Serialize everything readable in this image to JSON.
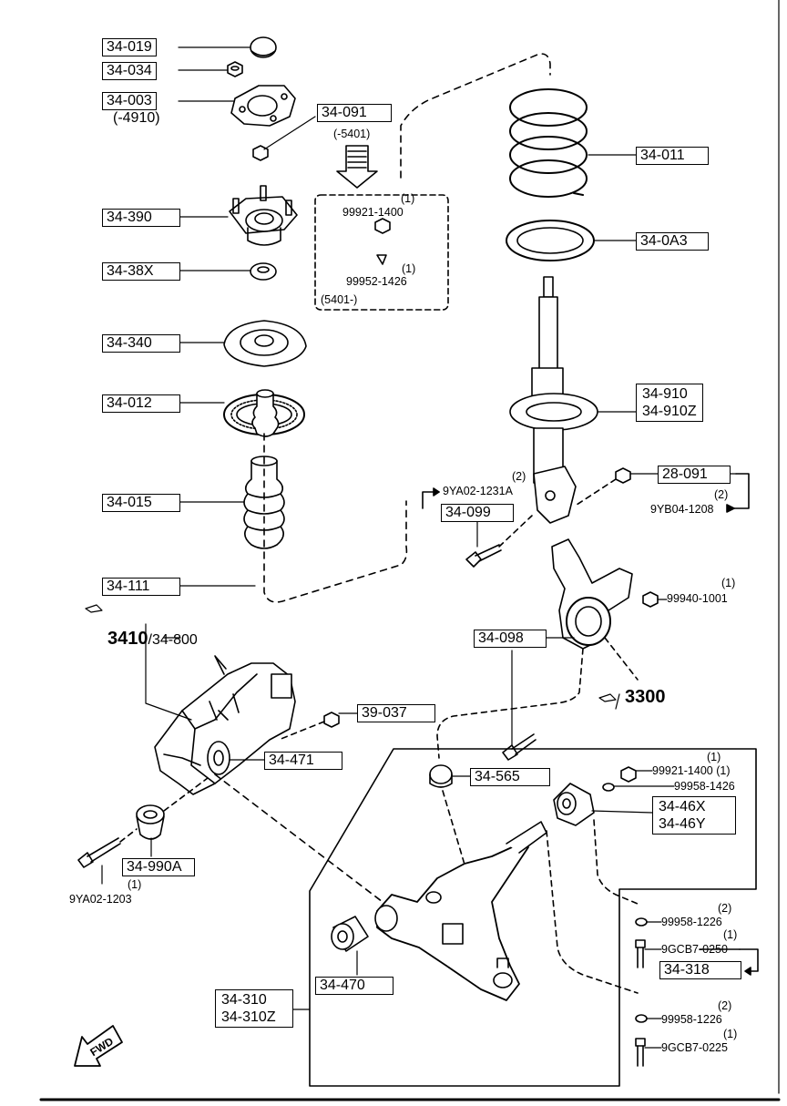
{
  "parts": {
    "p34019": "34-019",
    "p34034": "34-034",
    "p34003": "34-003",
    "p34003_note": "(-4910)",
    "p34091": "34-091",
    "p34091_note": "(-5401)",
    "p34390": "34-390",
    "p3438x": "34-38X",
    "p34340": "34-340",
    "p34012": "34-012",
    "p34015": "34-015",
    "p34111": "34-111",
    "p34011": "34-011",
    "p340a3": "34-0A3",
    "p34910": "34-910",
    "p34910z": "34-910Z",
    "p28091": "28-091",
    "p34099": "34-099",
    "p34098": "34-098",
    "p39037": "39-037",
    "p34471": "34-471",
    "p34990a": "34-990A",
    "p34565": "34-565",
    "p3446x": "34-46X",
    "p3446y": "34-46Y",
    "p34318": "34-318",
    "p34470": "34-470",
    "p34310": "34-310",
    "p34310z": "34-310Z"
  },
  "hardware": {
    "nut_99921_qty": "(1)",
    "nut_99921": "99921-1400",
    "washer_99952_qty": "(1)",
    "washer_99952": "99952-1426",
    "range_5401": "(5401-)",
    "bolt_9ya02_1231_qty": "(2)",
    "bolt_9ya02_1231": "9YA02-1231A",
    "bolt_9yb04_qty": "(2)",
    "bolt_9yb04": "9YB04-1208",
    "nut_99940_qty": "(1)",
    "nut_99940": "99940-1001",
    "bolt_9ya02_1203_qty": "(1)",
    "bolt_9ya02_1203": "9YA02-1203",
    "nut_99921b_qty": "(1)",
    "nut_99921b": "99921-1400 (1)",
    "washer_99958_1426": "99958-1426",
    "washer_99958_1226a_qty": "(2)",
    "washer_99958_1226a": "99958-1226",
    "bolt_9gcb7_0250_qty": "(1)",
    "bolt_9gcb7_0250": "9GCB7-0250",
    "washer_99958_1226b_qty": "(2)",
    "washer_99958_1226b": "99958-1226",
    "bolt_9gcb7_0225_qty": "(1)",
    "bolt_9gcb7_0225": "9GCB7-0225"
  },
  "refs": {
    "ref_3410": "3410",
    "ref_3410_rest": "/34-800",
    "ref_3300": "3300"
  },
  "fwd_label": "FWD"
}
